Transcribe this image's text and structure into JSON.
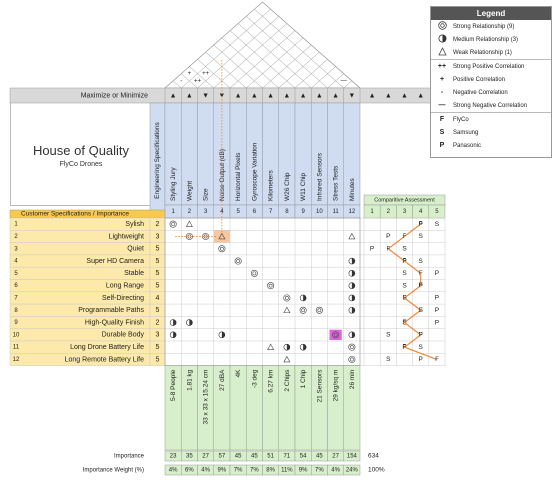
{
  "title": "House of Quality",
  "subtitle": "FlyCo Drones",
  "direction_header": "Maximize or Minimize",
  "eng_spec_header": "Engineering Specifications",
  "cust_header": "Customer Specifications / Importance",
  "comp_header": "Comparitive Assessment",
  "directions": [
    "▲",
    "▲",
    "▼",
    "▼",
    "▲",
    "▲",
    "▲",
    "▲",
    "▲",
    "▲",
    "▲",
    "▼"
  ],
  "eng_specs": [
    "Styling Jury",
    "Weight",
    "Size",
    "Noise Output (dB)",
    "Horizontal Pixels",
    "Gyroscope Variation",
    "Kilometers",
    "W26 Chip",
    "W11 Chip",
    "Infrared Sensors",
    "Stress Tests",
    "Minutes"
  ],
  "eng_nums": [
    "1",
    "2",
    "3",
    "4",
    "5",
    "6",
    "7",
    "8",
    "9",
    "10",
    "11",
    "12"
  ],
  "comp_nums": [
    "1",
    "2",
    "3",
    "4",
    "5"
  ],
  "customers": [
    {
      "n": "1",
      "label": "Sylish",
      "imp": "2"
    },
    {
      "n": "2",
      "label": "Lightweight",
      "imp": "3"
    },
    {
      "n": "3",
      "label": "Quiet",
      "imp": "5"
    },
    {
      "n": "4",
      "label": "Super HD Camera",
      "imp": "5"
    },
    {
      "n": "5",
      "label": "Stable",
      "imp": "5"
    },
    {
      "n": "6",
      "label": "Long Range",
      "imp": "5"
    },
    {
      "n": "7",
      "label": "Self-Directing",
      "imp": "4"
    },
    {
      "n": "8",
      "label": "Programmable Paths",
      "imp": "5"
    },
    {
      "n": "9",
      "label": "High-Quality Finish",
      "imp": "2"
    },
    {
      "n": "10",
      "label": "Durable Body",
      "imp": "3"
    },
    {
      "n": "11",
      "label": "Long Drone Battery Life",
      "imp": "5"
    },
    {
      "n": "12",
      "label": "Long Remote Battery Life",
      "imp": "5"
    }
  ],
  "relationships": [
    {
      "row": 1,
      "col": 1,
      "sym": "strong"
    },
    {
      "row": 1,
      "col": 2,
      "sym": "weak"
    },
    {
      "row": 2,
      "col": 2,
      "sym": "strong"
    },
    {
      "row": 2,
      "col": 3,
      "sym": "strong"
    },
    {
      "row": 2,
      "col": 4,
      "sym": "weak"
    },
    {
      "row": 2,
      "col": 12,
      "sym": "weak"
    },
    {
      "row": 3,
      "col": 4,
      "sym": "strong"
    },
    {
      "row": 4,
      "col": 5,
      "sym": "strong"
    },
    {
      "row": 4,
      "col": 12,
      "sym": "medium"
    },
    {
      "row": 5,
      "col": 6,
      "sym": "strong"
    },
    {
      "row": 5,
      "col": 12,
      "sym": "medium"
    },
    {
      "row": 6,
      "col": 7,
      "sym": "strong"
    },
    {
      "row": 6,
      "col": 12,
      "sym": "medium"
    },
    {
      "row": 7,
      "col": 8,
      "sym": "strong"
    },
    {
      "row": 7,
      "col": 9,
      "sym": "medium"
    },
    {
      "row": 7,
      "col": 12,
      "sym": "medium"
    },
    {
      "row": 8,
      "col": 8,
      "sym": "weak"
    },
    {
      "row": 8,
      "col": 9,
      "sym": "strong"
    },
    {
      "row": 8,
      "col": 10,
      "sym": "strong"
    },
    {
      "row": 8,
      "col": 12,
      "sym": "medium"
    },
    {
      "row": 9,
      "col": 1,
      "sym": "medium"
    },
    {
      "row": 9,
      "col": 2,
      "sym": "medium"
    },
    {
      "row": 10,
      "col": 1,
      "sym": "medium"
    },
    {
      "row": 10,
      "col": 4,
      "sym": "medium"
    },
    {
      "row": 10,
      "col": 11,
      "sym": "strong"
    },
    {
      "row": 10,
      "col": 12,
      "sym": "medium"
    },
    {
      "row": 11,
      "col": 7,
      "sym": "weak"
    },
    {
      "row": 11,
      "col": 8,
      "sym": "medium"
    },
    {
      "row": 11,
      "col": 9,
      "sym": "medium"
    },
    {
      "row": 11,
      "col": 12,
      "sym": "strong"
    },
    {
      "row": 12,
      "col": 8,
      "sym": "weak"
    },
    {
      "row": 12,
      "col": 12,
      "sym": "strong"
    }
  ],
  "assessment": [
    {
      "row": 1,
      "marks": [
        {
          "c": 4,
          "t": "P"
        },
        {
          "c": 5,
          "t": "S"
        }
      ]
    },
    {
      "row": 2,
      "marks": [
        {
          "c": 2,
          "t": "P"
        },
        {
          "c": 4,
          "t": "S"
        }
      ]
    },
    {
      "row": 3,
      "marks": [
        {
          "c": 1,
          "t": "P"
        },
        {
          "c": 3,
          "t": "S"
        }
      ]
    },
    {
      "row": 4,
      "marks": [
        {
          "c": 3,
          "t": "P"
        },
        {
          "c": 4,
          "t": "S"
        }
      ]
    },
    {
      "row": 5,
      "marks": [
        {
          "c": 3,
          "t": "S"
        },
        {
          "c": 5,
          "t": "P"
        }
      ]
    },
    {
      "row": 6,
      "marks": [
        {
          "c": 3,
          "t": "S"
        },
        {
          "c": 4,
          "t": "P"
        }
      ]
    },
    {
      "row": 7,
      "marks": [
        {
          "c": 3,
          "t": "S"
        },
        {
          "c": 5,
          "t": "P"
        }
      ]
    },
    {
      "row": 8,
      "marks": [
        {
          "c": 4,
          "t": "S"
        },
        {
          "c": 5,
          "t": "P"
        }
      ]
    },
    {
      "row": 9,
      "marks": [
        {
          "c": 3,
          "t": "S"
        },
        {
          "c": 5,
          "t": "P"
        }
      ]
    },
    {
      "row": 10,
      "marks": [
        {
          "c": 2,
          "t": "S"
        },
        {
          "c": 4,
          "t": "P"
        }
      ]
    },
    {
      "row": 11,
      "marks": [
        {
          "c": 3,
          "t": "P"
        },
        {
          "c": 4,
          "t": "S"
        }
      ]
    },
    {
      "row": 12,
      "marks": [
        {
          "c": 2,
          "t": "S"
        },
        {
          "c": 4,
          "t": "P"
        }
      ]
    }
  ],
  "flyco_line": [
    4,
    3,
    2,
    3,
    4,
    4,
    3,
    4,
    3,
    4,
    3,
    5
  ],
  "targets": [
    "5-8 People",
    "1.81 kg",
    "33 x 33 x 15.24 cm",
    "27 dBA",
    "4K",
    "-3 deg",
    "6.27 km",
    "2 Chips",
    "1 Chip",
    "21 Sensors",
    "29 kg/sq m",
    "26 min"
  ],
  "importance_label": "Importance",
  "importance": [
    "23",
    "35",
    "27",
    "57",
    "45",
    "45",
    "51",
    "71",
    "54",
    "45",
    "27",
    "154"
  ],
  "importance_total": "634",
  "weight_label": "Importance Weight (%)",
  "weights": [
    "4%",
    "6%",
    "4%",
    "9%",
    "7%",
    "7%",
    "8%",
    "11%",
    "9%",
    "7%",
    "4%",
    "24%"
  ],
  "weight_total": "100%",
  "roof_marks": [
    {
      "i": 1,
      "j": 2,
      "t": "-"
    },
    {
      "i": 2,
      "j": 3,
      "t": "++"
    },
    {
      "i": 2,
      "j": 4,
      "t": "++"
    },
    {
      "i": 1,
      "j": 3,
      "t": "+"
    },
    {
      "i": 11,
      "j": 12,
      "t": "—"
    }
  ],
  "legend": {
    "title": "Legend",
    "items": [
      {
        "sym": "strong",
        "label": "Strong Relationship (9)"
      },
      {
        "sym": "medium",
        "label": "Medium Relationship (3)"
      },
      {
        "sym": "weak",
        "label": "Weak Relationship (1)"
      },
      {
        "sym": "++",
        "label": "Strong Positive Correlation"
      },
      {
        "sym": "+",
        "label": "Positive Correlation"
      },
      {
        "sym": "-",
        "label": "Negative Correlation"
      },
      {
        "sym": "—",
        "label": "Strong Negative Correlation"
      },
      {
        "sym": "F",
        "label": "FlyCo"
      },
      {
        "sym": "S",
        "label": "Samsung"
      },
      {
        "sym": "P",
        "label": "Panasonic"
      }
    ]
  },
  "colors": {
    "blue": "#cfdcf2",
    "yellow": "#fde9a9",
    "orange_header": "#f9c94a",
    "green": "#d8efcb",
    "grey": "#d9d9d9",
    "highlight": "#f7c59f",
    "magenta": "#dd66dd",
    "line": "#ee8833",
    "dash": "#e08a3a"
  }
}
